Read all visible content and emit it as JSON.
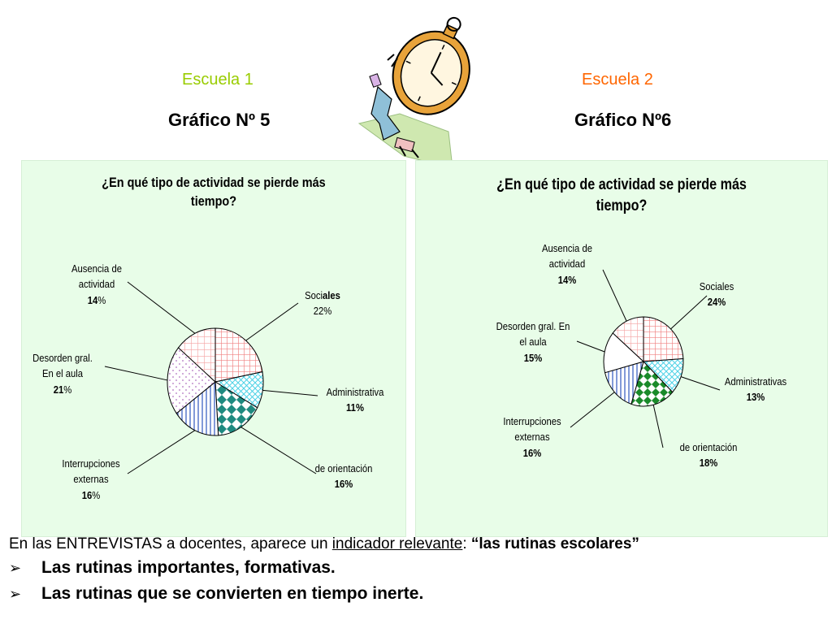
{
  "header": {
    "school1": "Escuela 1",
    "school2": "Escuela 2",
    "chart1_heading": "Gráfico Nº 5",
    "chart2_heading": "Gráfico Nº6",
    "school1_color": "#99cc00",
    "school2_color": "#ff6600"
  },
  "chart_data": [
    {
      "type": "pie",
      "title": "¿En qué tipo de actividad se pierde más tiempo?",
      "slices": [
        {
          "name": "Sociales",
          "value": 22,
          "display": "22%",
          "fill": "grid-red"
        },
        {
          "name": "Administrativa",
          "value": 11,
          "display": "11%",
          "fill": "cross-cyan"
        },
        {
          "name": "de orientación",
          "value": 16,
          "display": "16%",
          "fill": "diamond-teal"
        },
        {
          "name": "Interrupciones externas",
          "value": 16,
          "display": "16%",
          "fill": "vlines-blue"
        },
        {
          "name": "Desorden gral. En el aula",
          "value": 21,
          "display": "21%",
          "fill": "dots-purple"
        },
        {
          "name": "Ausencia de actividad",
          "value": 14,
          "display": "14%",
          "fill": "grid-red-light"
        }
      ]
    },
    {
      "type": "pie",
      "title": "¿En qué tipo de actividad se pierde más tiempo?",
      "slices": [
        {
          "name": "Sociales",
          "value": 24,
          "display": "24%",
          "fill": "grid-red"
        },
        {
          "name": "Administrativas",
          "value": 13,
          "display": "13%",
          "fill": "cross-cyan"
        },
        {
          "name": "de orientación",
          "value": 18,
          "display": "18%",
          "fill": "diamond-green"
        },
        {
          "name": "Interrupciones externas",
          "value": 16,
          "display": "16%",
          "fill": "vlines-blue"
        },
        {
          "name": "Desorden gral. En el aula",
          "value": 15,
          "display": "15%",
          "fill": "white"
        },
        {
          "name": "Ausencia de actividad",
          "value": 14,
          "display": "14%",
          "fill": "grid-red-light"
        }
      ]
    }
  ],
  "chart1_labels": {
    "sociales": {
      "name": "Soci",
      "name_bold": "ales",
      "pct": "22%"
    },
    "administrativa": {
      "name": "Administrativa",
      "pct": "11%"
    },
    "orientacion": {
      "name": "de orientación",
      "pct": "16%"
    },
    "interrupciones": {
      "line1": "Interrupciones",
      "line2": "externas",
      "pct_num": "16",
      "pct_sign": "%"
    },
    "desorden": {
      "line1": "Desorden gral.",
      "line2": "En el aula",
      "pct_num": "21",
      "pct_sign": "%"
    },
    "ausencia": {
      "line1": "Ausencia de",
      "line2": "actividad",
      "pct_num": "14",
      "pct_sign": "%"
    }
  },
  "chart2_labels": {
    "sociales": {
      "name": "Sociales",
      "pct": "24%"
    },
    "administrativas": {
      "name": "Administrativas",
      "pct": "13%"
    },
    "orientacion": {
      "name": "de orientación",
      "pct": "18%"
    },
    "interrupciones": {
      "line1": "Interrupciones",
      "line2": "externas",
      "pct": "16%"
    },
    "desorden": {
      "line1": "Desorden gral. En",
      "line2": "el aula",
      "pct": "15%"
    },
    "ausencia": {
      "line1": "Ausencia de",
      "line2": "actividad",
      "pct": "14%"
    }
  },
  "clipart": {
    "icon": "stopwatch-clipart-icon"
  },
  "footer": {
    "intro_text": "En las ENTREVISTAS a docentes, aparece un ",
    "intro_link": "indicador relevante",
    "intro_colon": ": ",
    "intro_quote": "“las rutinas escolares”",
    "bullet_glyph": "➢",
    "bullets": [
      "Las rutinas  importantes, formativas.",
      "Las rutinas que se convierten en tiempo inerte."
    ]
  }
}
